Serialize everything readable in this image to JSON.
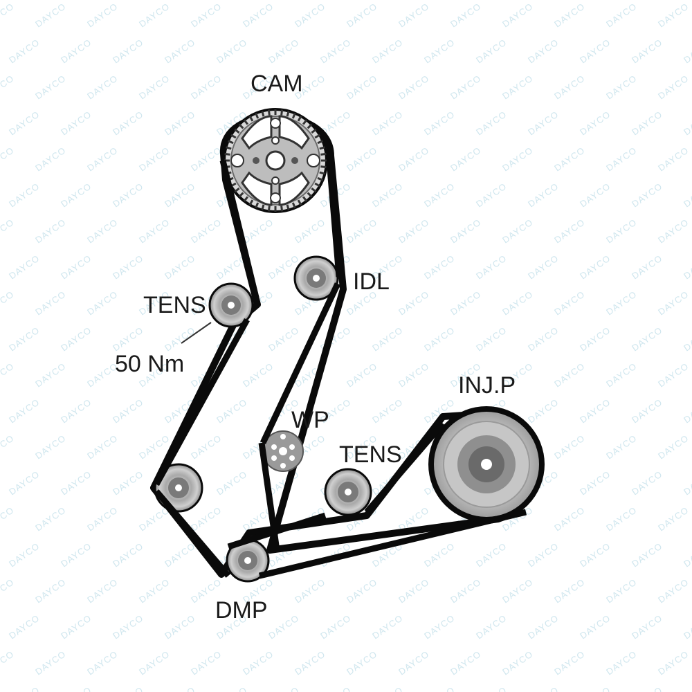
{
  "diagram": {
    "watermark": "DAYCO",
    "labels": {
      "cam": "CAM",
      "idl": "IDL",
      "tens_upper": "TENS",
      "torque": "50 Nm",
      "wp": "WP",
      "tens_lower": "TENS",
      "injp": "INJ.P",
      "dmp": "DMP"
    },
    "colors": {
      "belt": "#0a0a0a",
      "pulley_outer": "#b9b9b9",
      "pulley_mid": "#8a8a8a",
      "pulley_dark": "#5a5a5a",
      "watermark": "#cfe6ee"
    }
  }
}
